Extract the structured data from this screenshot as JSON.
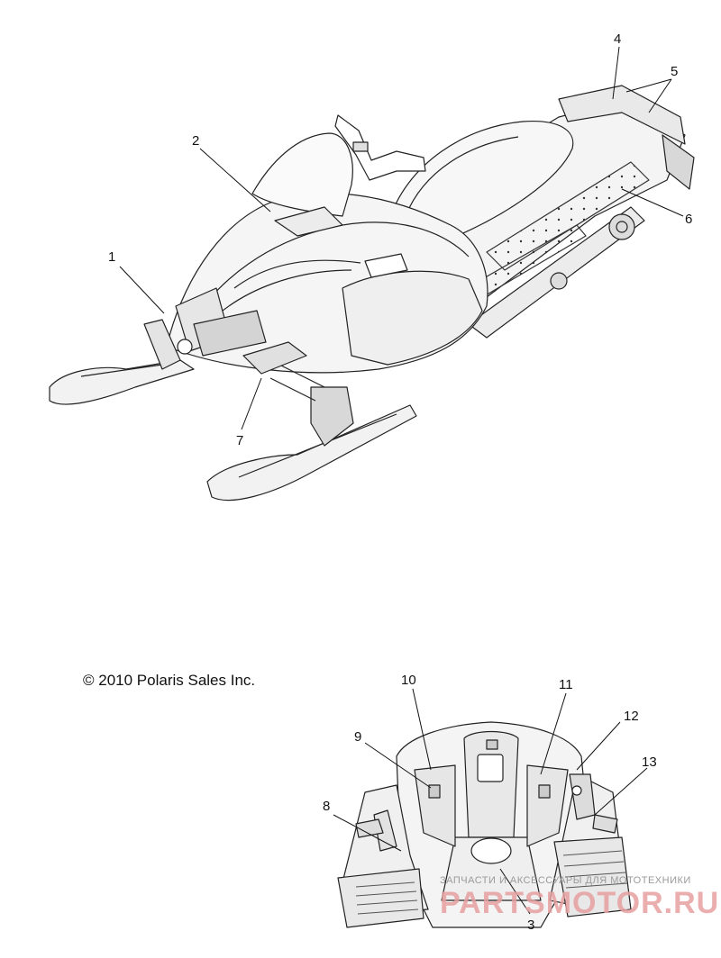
{
  "callouts": [
    "1",
    "2",
    "3",
    "4",
    "5",
    "6",
    "7",
    "8",
    "9",
    "10",
    "11",
    "12",
    "13"
  ],
  "copyright": "© 2010 Polaris Sales Inc.",
  "watermark": {
    "small_text": "ЗАПЧАСТИ И АКСЕССУАРЫ ДЛЯ МОТОТЕХНИКИ",
    "big_text": "PARTSMOTOR.RU"
  }
}
